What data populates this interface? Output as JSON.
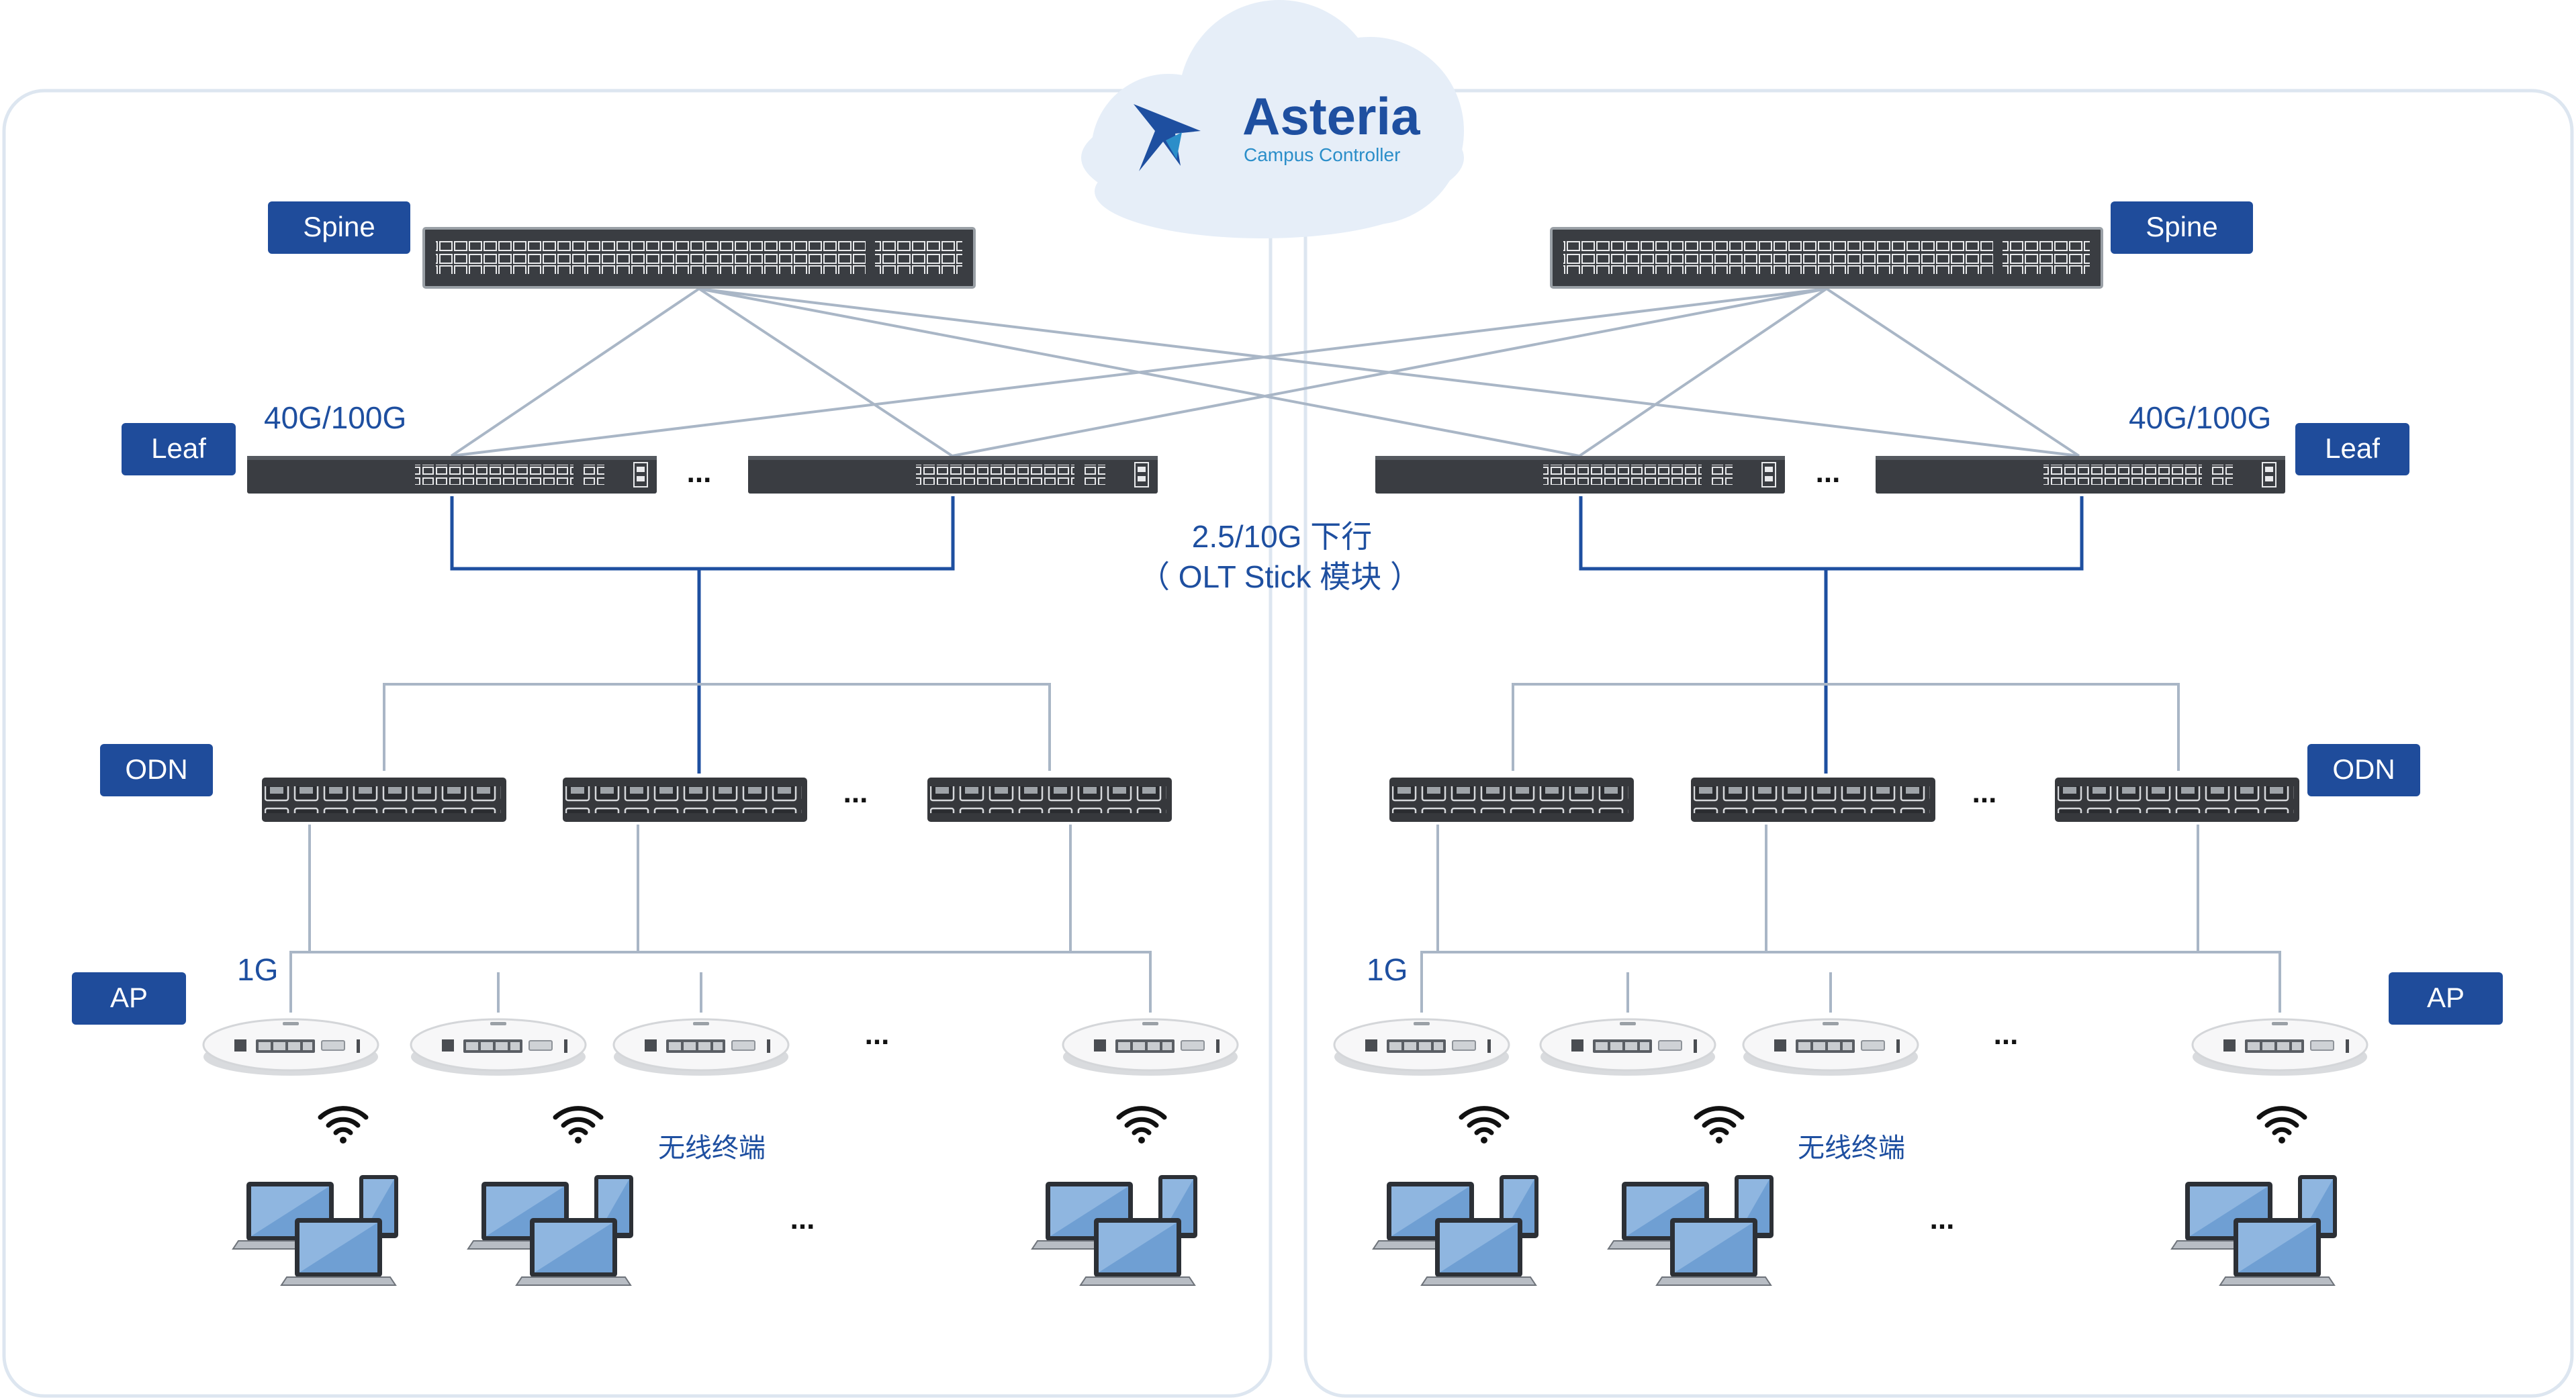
{
  "controller": {
    "name": "Asteria",
    "subtitle": "Campus Controller"
  },
  "tiers": {
    "spine": "Spine",
    "leaf": "Leaf",
    "odn": "ODN",
    "ap": "AP"
  },
  "speeds": {
    "uplink": "40G/100G",
    "ap_link": "1G"
  },
  "downlink": {
    "line1": "2.5/10G 下行",
    "line2": "（ OLT Stick 模块 ）"
  },
  "terminals_label": "无线终端",
  "ellipsis": "...",
  "colors": {
    "brand_blue": "#1e4fa0",
    "label_bg": "#1f4c9b",
    "panel_border": "#dde6f0",
    "cloud": "#e6eef8",
    "link_grey": "#a9b6c6",
    "link_blue": "#1e4fa0",
    "device_dark": "#3a3d42",
    "accent_teal": "#2b8ec9"
  }
}
